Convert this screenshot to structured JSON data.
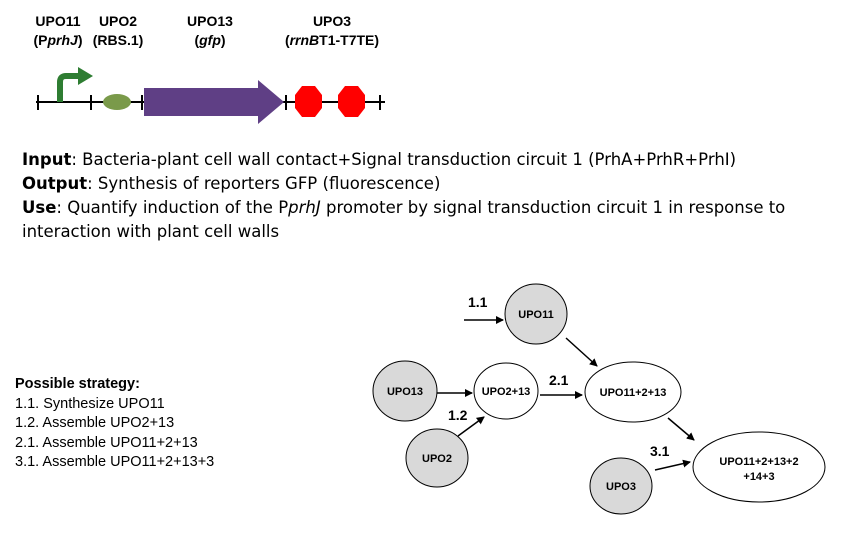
{
  "parts": [
    {
      "code": "UPO11",
      "pre": "(P",
      "ital": "prhJ",
      "post": ")"
    },
    {
      "code": "UPO2",
      "pre": "(RBS.1)",
      "ital": "",
      "post": ""
    },
    {
      "code": "UPO13",
      "pre": "(",
      "ital": "gfp",
      "post": ")"
    },
    {
      "code": "UPO3",
      "pre": "(",
      "ital": "rrnB",
      "post": "T1-T7TE)"
    }
  ],
  "description": {
    "input_label": "Input",
    "input_text": ": Bacteria-plant cell wall contact+Signal transduction circuit 1 (PrhA+PrhR+PrhI)",
    "output_label": "Output",
    "output_text": ": Synthesis of reporters GFP (fluorescence)",
    "use_label": "Use",
    "use_text_1": ": Quantify induction of the P",
    "use_ital": "prhJ",
    "use_text_2": " promoter by signal transduction circuit 1 in response to interaction with plant cell walls"
  },
  "strategy": {
    "title": "Possible strategy:",
    "steps": [
      "1.1. Synthesize UPO11",
      "1.2. Assemble UPO2+13",
      "2.1. Assemble UPO11+2+13",
      "3.1. Assemble UPO11+2+13+3"
    ]
  },
  "assembly": {
    "nodes": {
      "upo11": "UPO11",
      "upo13": "UPO13",
      "upo2_13": "UPO2+13",
      "upo2": "UPO2",
      "upo11_2_13": "UPO11+2+13",
      "upo3": "UPO3",
      "final_line1": "UPO11+2+13+2",
      "final_line2": "+14+3"
    },
    "steps": {
      "s11": "1.1",
      "s12": "1.2",
      "s21": "2.1",
      "s31": "3.1"
    }
  },
  "colors": {
    "promoter": "#2e7d32",
    "rbs": "#7a9a4a",
    "cds": "#5f3f85",
    "terminator": "#ff0000",
    "grey_node": "#d9d9d9",
    "white_node": "#ffffff"
  }
}
